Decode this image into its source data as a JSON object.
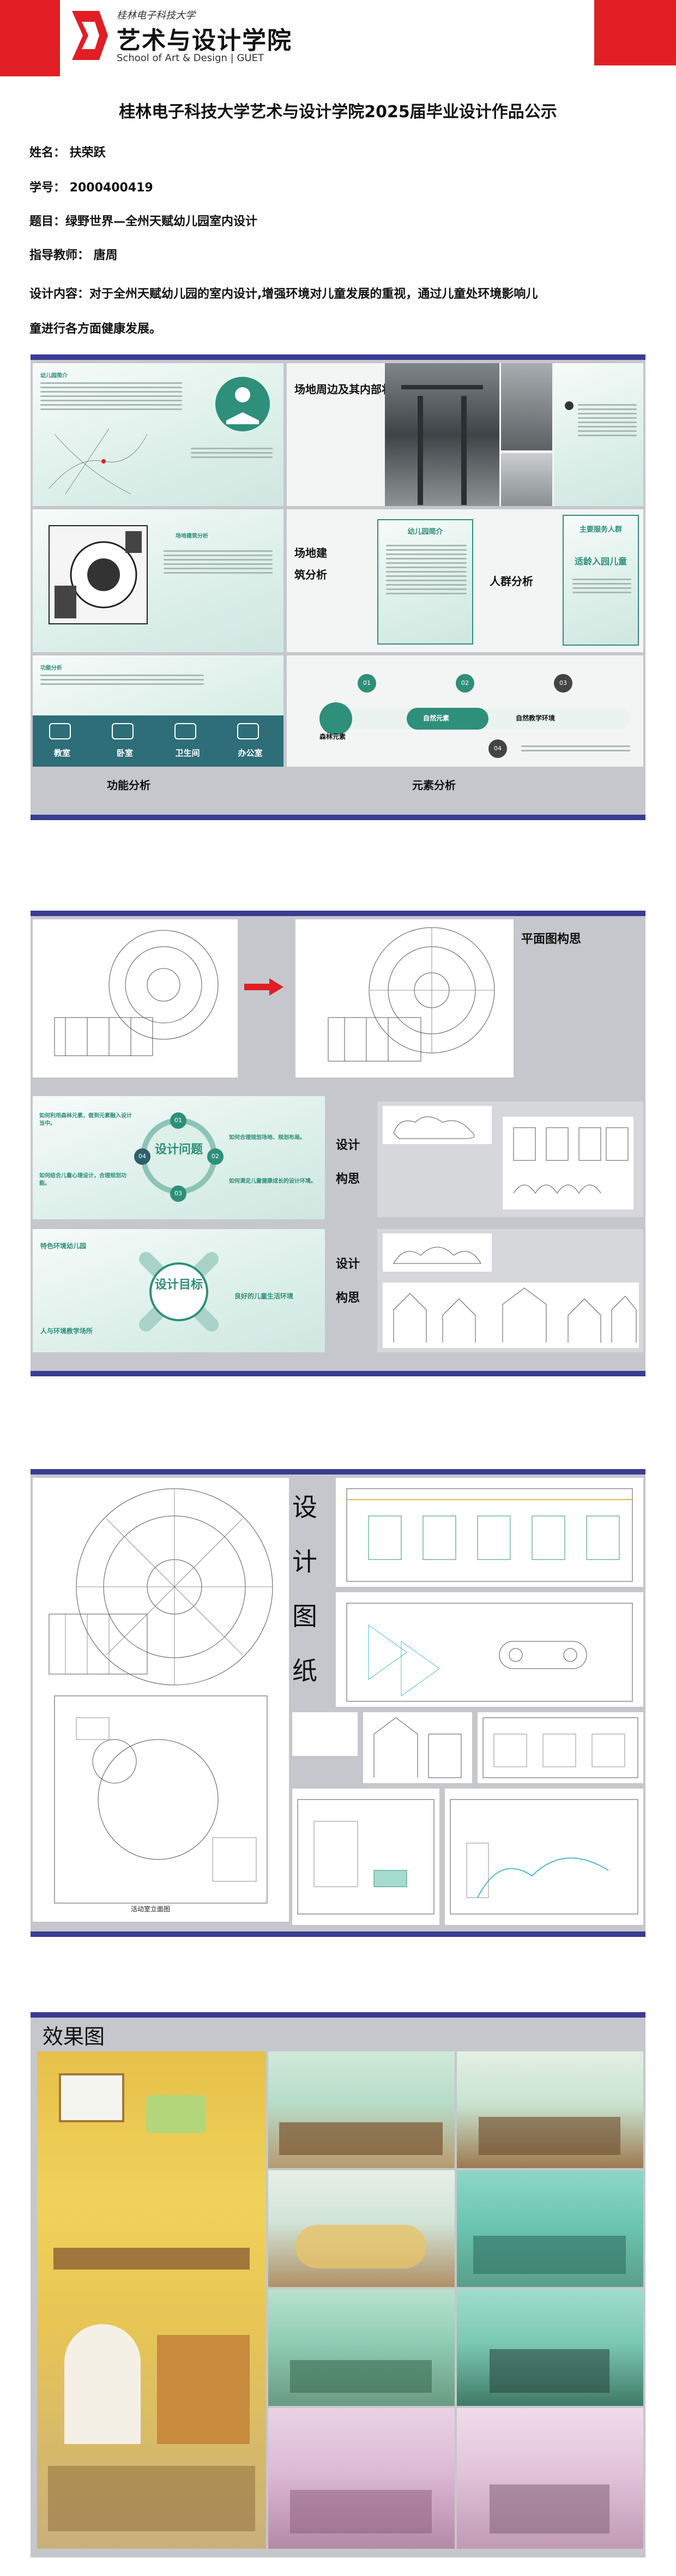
{
  "header": {
    "calligraphy": "桂林电子科技大学",
    "school_name": "艺术与设计学院",
    "school_english": "School of Art & Design | GUET",
    "colors": {
      "brand_red": "#e01e24",
      "panel_bar": "#3a3c93",
      "panel_bg": "#c6c7cc",
      "accent_teal": "#2e8f7a"
    }
  },
  "title": "桂林电子科技大学艺术与设计学院2025届毕业设计作品公示",
  "info": {
    "name": "姓名： 扶荣跃",
    "student_id": "学号： 2000400419",
    "topic": "题目：绿野世界—全州天赋幼儿园室内设计",
    "advisor": "指导教师： 唐周",
    "content_line1": "设计内容：对于全州天赋幼儿园的室内设计,增强环境对儿童发展的重视，通过儿童处环境影响儿",
    "content_line2": "童进行各方面健康发展。"
  },
  "board1": {
    "site_title": "场地周边及其内部状况",
    "site_arch": "场地建筑分析",
    "crowd": "人群分析",
    "function_caption": "功能分析",
    "element_caption": "元素分析",
    "kindergarten_intro": "幼儿园简介",
    "service_target": "主要服务人群",
    "service_sub": "适龄入园儿童",
    "function_heading": "功能分析",
    "function_items": [
      "教室",
      "卧室",
      "卫生间",
      "办公室"
    ],
    "element_items": [
      "森林元素",
      "自然元素",
      "自然教学环境"
    ],
    "element_numbers": [
      "01",
      "02",
      "03",
      "04"
    ]
  },
  "board2": {
    "plan_concept": "平面图构思",
    "design_problem": "设计问题",
    "design_concept": "设计构思",
    "design_goal": "设计目标",
    "design_concept2": "设计构思",
    "problem_items": [
      "如何利用森林元素，做到元素融入设计当中。",
      "如何合理规划场地、规划布局。",
      "如何满足儿童健康成长的设计环境。",
      "如何结合儿童心理设计，合理规划功能。"
    ],
    "problem_numbers": [
      "01",
      "02",
      "03",
      "04"
    ],
    "goal_items": [
      "特色环境幼儿园",
      "人与环境教学场所",
      "良好的儿童生活环境"
    ]
  },
  "board3": {
    "drawings_title": "设计图纸",
    "chars": [
      "设",
      "计",
      "图",
      "纸"
    ],
    "plan_caption": "活动室立面图"
  },
  "board4": {
    "effects_title": "效果图"
  }
}
